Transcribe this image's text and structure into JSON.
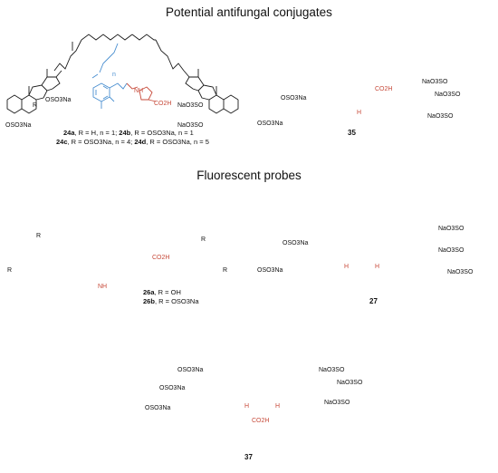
{
  "headings": {
    "antifungal": "Potential antifungal conjugates",
    "fluorescent": "Fluorescent probes"
  },
  "compounds": {
    "c24": {
      "cap1_a": "24a",
      "cap1_b": ", R = H, n = 1; ",
      "cap1_c": "24b",
      "cap1_d": ", R = OSO3Na, n = 1",
      "cap2_a": "24c",
      "cap2_b": ", R = OSO3Na, n = 4; ",
      "cap2_c": "24d",
      "cap2_d": ", R = OSO3Na, n = 5",
      "labels": {
        "r": "R",
        "oso3na": "OSO3Na",
        "oso3na_top": "OSO3Na",
        "naO3so": "NaO3SO",
        "naO3so2": "NaO3SO",
        "nh": "NH",
        "co2h": "CO2H",
        "n": "n"
      }
    },
    "c35": {
      "number": "35",
      "labels": {
        "oso3na1": "OSO3Na",
        "oso3na2": "OSO3Na",
        "naO3so1": "NaO3SO",
        "naO3so2": "NaO3SO",
        "naO3so3": "NaO3SO",
        "co2h": "CO2H",
        "hn": "H"
      }
    },
    "c26": {
      "cap1_a": "26a",
      "cap1_b": ", R = OH",
      "cap2_a": "26b",
      "cap2_b": ", R = OSO3Na",
      "labels": {
        "r1": "R",
        "r2": "R",
        "r3": "R",
        "r4": "R",
        "co2h": "CO2H",
        "nh": "NH"
      }
    },
    "c27": {
      "number": "27",
      "labels": {
        "oso3na1": "OSO3Na",
        "oso3na2": "OSO3Na",
        "naO3so1": "NaO3SO",
        "naO3so2": "NaO3SO",
        "naO3so3": "NaO3SO",
        "h1": "H",
        "h2": "H"
      }
    },
    "c37": {
      "number": "37",
      "labels": {
        "oso3na1": "OSO3Na",
        "oso3na2": "OSO3Na",
        "oso3na3": "OSO3Na",
        "naO3so1": "NaO3SO",
        "naO3so2": "NaO3SO",
        "naO3so3": "NaO3SO",
        "co2h": "CO2H",
        "h1": "H",
        "h2": "H"
      }
    }
  },
  "colors": {
    "ink": "#1a1a1a",
    "linker_blue": "#4a8fd0",
    "payload_red": "#c74a3a",
    "highlight": "#f7c9c2"
  }
}
